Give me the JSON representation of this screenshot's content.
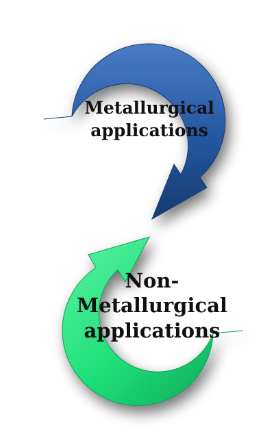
{
  "diagram": {
    "top_cycle": {
      "line1": "Metallurgical",
      "line2": "applications",
      "color": "#23579f",
      "color_light": "#4a7bc4",
      "color_dark": "#163a6e"
    },
    "bottom_cycle": {
      "line1": "Non-",
      "line2": "Metallurgical",
      "line3": "applications",
      "color": "#1ee07a",
      "color_light": "#5cf2a4",
      "color_dark": "#0e9e52"
    }
  }
}
